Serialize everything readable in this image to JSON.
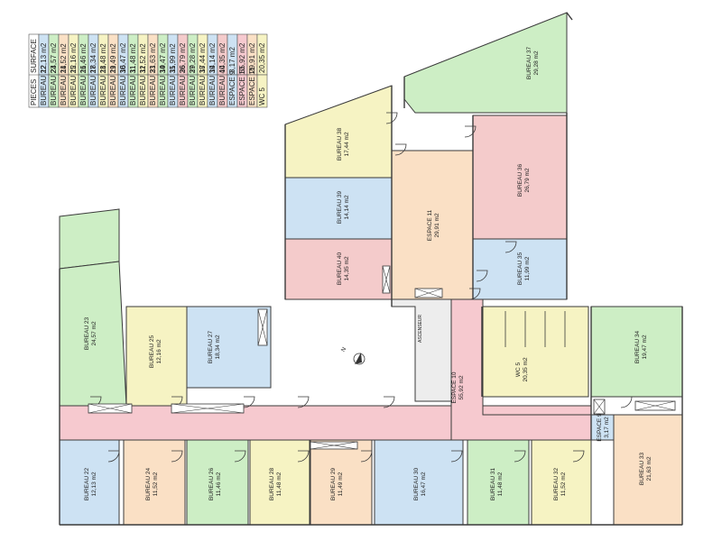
{
  "colors": {
    "green": "#cdeec5",
    "blue": "#cde2f3",
    "yellow": "#f6f3c3",
    "red": "#f4cbcb",
    "orange": "#fae0c5",
    "pink": "#f6c9cf",
    "grey": "#ededed",
    "line": "#3a3a3a"
  },
  "table": {
    "header_room": "PIECES",
    "header_area": "SURFACE",
    "rows": [
      {
        "room": "BUREAU 22",
        "area": "12,13 m2",
        "color": "blue"
      },
      {
        "room": "BUREAU 23",
        "area": "24,57 m2",
        "color": "green"
      },
      {
        "room": "BUREAU 24",
        "area": "11,52 m2",
        "color": "orange"
      },
      {
        "room": "BUREAU 25",
        "area": "12,16 m2",
        "color": "yellow"
      },
      {
        "room": "BUREAU 26",
        "area": "11,46 m2",
        "color": "green"
      },
      {
        "room": "BUREAU 27",
        "area": "18,34 m2",
        "color": "blue"
      },
      {
        "room": "BUREAU 28",
        "area": "11,48 m2",
        "color": "yellow"
      },
      {
        "room": "BUREAU 29",
        "area": "11,49 m2",
        "color": "orange"
      },
      {
        "room": "BUREAU 30",
        "area": "16,47 m2",
        "color": "blue"
      },
      {
        "room": "BUREAU 31",
        "area": "11,48 m2",
        "color": "green"
      },
      {
        "room": "BUREAU 32",
        "area": "11,52 m2",
        "color": "yellow"
      },
      {
        "room": "BUREAU 33",
        "area": "21,63 m2",
        "color": "orange"
      },
      {
        "room": "BUREAU 34",
        "area": "19,47 m2",
        "color": "green"
      },
      {
        "room": "BUREAU 35",
        "area": "11,99 m2",
        "color": "blue"
      },
      {
        "room": "BUREAU 36",
        "area": "26,79 m2",
        "color": "red"
      },
      {
        "room": "BUREAU 37",
        "area": "29,28 m2",
        "color": "green"
      },
      {
        "room": "BUREAU 38",
        "area": "17,44 m2",
        "color": "yellow"
      },
      {
        "room": "BUREAU 39",
        "area": "14,14 m2",
        "color": "blue"
      },
      {
        "room": "BUREAU 40",
        "area": "14,35 m2",
        "color": "red"
      },
      {
        "room": "ESPACE 9",
        "area": "3,17 m2",
        "color": "blue"
      },
      {
        "room": "ESPACE 10",
        "area": "55,92 m2",
        "color": "pink"
      },
      {
        "room": "ESPACE 11",
        "area": "29,91 m2",
        "color": "orange"
      },
      {
        "room": "WC 5",
        "area": "20,35 m2",
        "color": "yellow"
      }
    ]
  },
  "rooms": [
    {
      "id": "b37",
      "name": "BUREAU 37",
      "area": "29,28 m2",
      "color": "green"
    },
    {
      "id": "b38",
      "name": "BUREAU 38",
      "area": "17,44 m2",
      "color": "yellow"
    },
    {
      "id": "b36",
      "name": "BUREAU 36",
      "area": "26,79 m2",
      "color": "red"
    },
    {
      "id": "b39",
      "name": "BUREAU 39",
      "area": "14,14 m2",
      "color": "blue"
    },
    {
      "id": "e11",
      "name": "ESPACE 11",
      "area": "29,91 m2",
      "color": "orange"
    },
    {
      "id": "b40",
      "name": "BUREAU 40",
      "area": "14,35 m2",
      "color": "red"
    },
    {
      "id": "b35",
      "name": "BUREAU 35",
      "area": "11,99 m2",
      "color": "blue"
    },
    {
      "id": "b23",
      "name": "BUREAU 23",
      "area": "24,57 m2",
      "color": "green"
    },
    {
      "id": "b25",
      "name": "BUREAU 25",
      "area": "12,16 m2",
      "color": "yellow"
    },
    {
      "id": "b27",
      "name": "BUREAU 27",
      "area": "18,34 m2",
      "color": "blue"
    },
    {
      "id": "wc5",
      "name": "WC 5",
      "area": "20,35 m2",
      "color": "yellow"
    },
    {
      "id": "b34",
      "name": "BUREAU 34",
      "area": "19,47 m2",
      "color": "green"
    },
    {
      "id": "e10",
      "name": "ESPACE 10",
      "area": "55,92 m2",
      "color": "pink"
    },
    {
      "id": "e9",
      "name": "ESPACE 9",
      "area": "3,17 m2",
      "color": "blue"
    },
    {
      "id": "b22",
      "name": "BUREAU 22",
      "area": "12,13 m2",
      "color": "blue"
    },
    {
      "id": "b24",
      "name": "BUREAU 24",
      "area": "11,52 m2",
      "color": "orange"
    },
    {
      "id": "b26",
      "name": "BUREAU 26",
      "area": "11,46 m2",
      "color": "green"
    },
    {
      "id": "b28",
      "name": "BUREAU 28",
      "area": "11,48 m2",
      "color": "yellow"
    },
    {
      "id": "b29",
      "name": "BUREAU 29",
      "area": "11,49 m2",
      "color": "orange"
    },
    {
      "id": "b30",
      "name": "BUREAU 30",
      "area": "16,47 m2",
      "color": "blue"
    },
    {
      "id": "b31",
      "name": "BUREAU 31",
      "area": "11,48 m2",
      "color": "green"
    },
    {
      "id": "b32",
      "name": "BUREAU 32",
      "area": "11,52 m2",
      "color": "yellow"
    },
    {
      "id": "b33",
      "name": "BUREAU 33",
      "area": "21,63 m2",
      "color": "orange"
    }
  ],
  "labels": {
    "elevator": "ASCENSEUR",
    "north": "N"
  }
}
